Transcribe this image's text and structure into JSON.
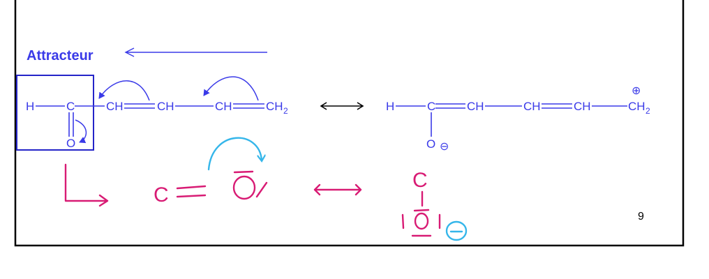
{
  "slide": {
    "label_attracteur": "Attracteur",
    "page_number": "9",
    "colors": {
      "ink": "#3a3ae8",
      "pink": "#d81b74",
      "cyan": "#35b6ea",
      "frame": "#000000"
    }
  },
  "left_structure": {
    "h": "H",
    "c": "C",
    "o": "O",
    "ch1": "CH",
    "ch2": "CH",
    "ch3": "CH",
    "ch4": "CH",
    "ch2_sub": "2"
  },
  "right_structure": {
    "h": "H",
    "c": "C",
    "o": "O",
    "o_charge": "⊖",
    "ch1": "CH",
    "ch2": "CH",
    "ch3": "CH",
    "ch4": "CH",
    "ch2_sub": "2",
    "plus_charge": "⊕"
  },
  "handwriting": {
    "c_left": "C",
    "c_top": "C",
    "minus": "⊖"
  }
}
